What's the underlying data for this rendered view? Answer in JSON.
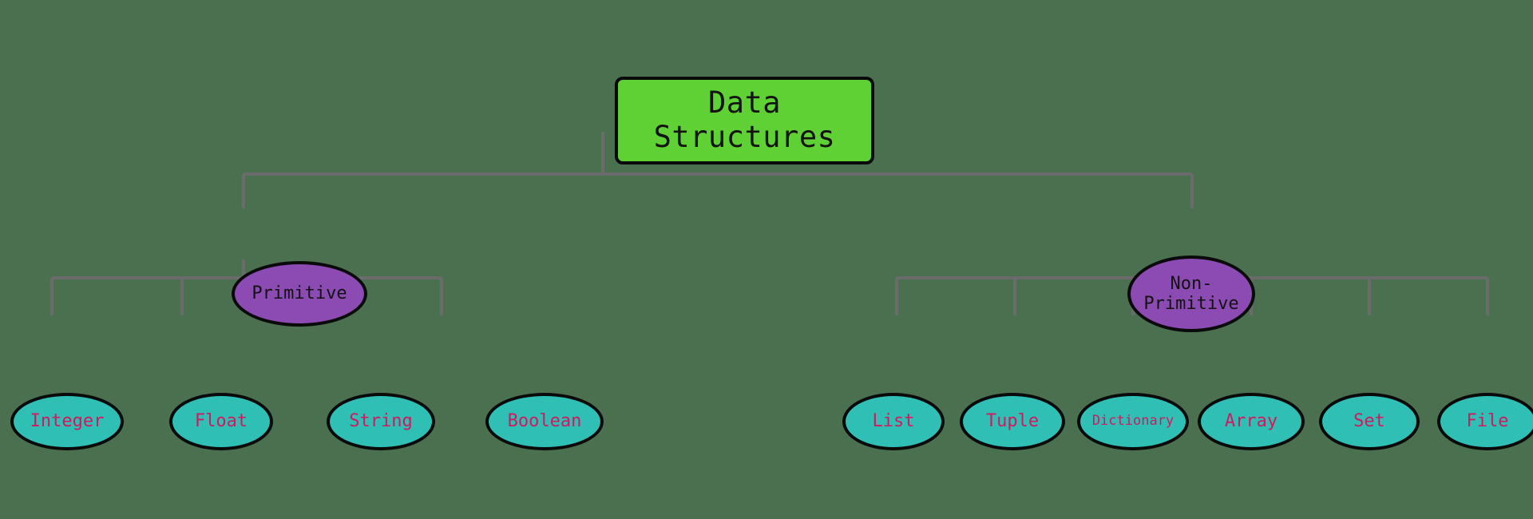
{
  "diagram": {
    "title": "Data Structures",
    "background_color": "#4a7050",
    "edge_color": "#6b6b6b",
    "root": {
      "label": "Data Structures",
      "fill": "#5fd134",
      "text_color": "#121212",
      "shape": "rounded-rectangle"
    },
    "branches": [
      {
        "id": "primitive",
        "label": "Primitive",
        "fill": "#8b4bb3",
        "text_color": "#121212",
        "shape": "ellipse",
        "children": [
          {
            "id": "integer",
            "label": "Integer"
          },
          {
            "id": "float",
            "label": "Float"
          },
          {
            "id": "string",
            "label": "String"
          },
          {
            "id": "boolean",
            "label": "Boolean"
          }
        ]
      },
      {
        "id": "non-primitive",
        "label": "Non-\nPrimitive",
        "fill": "#8b4bb3",
        "text_color": "#121212",
        "shape": "ellipse",
        "children": [
          {
            "id": "list",
            "label": "List"
          },
          {
            "id": "tuple",
            "label": "Tuple"
          },
          {
            "id": "dictionary",
            "label": "Dictionary"
          },
          {
            "id": "array",
            "label": "Array"
          },
          {
            "id": "set",
            "label": "Set"
          },
          {
            "id": "file",
            "label": "File"
          }
        ]
      }
    ],
    "leaf_style": {
      "fill": "#2fbfb5",
      "text_color": "#d3185f",
      "shape": "ellipse"
    }
  }
}
